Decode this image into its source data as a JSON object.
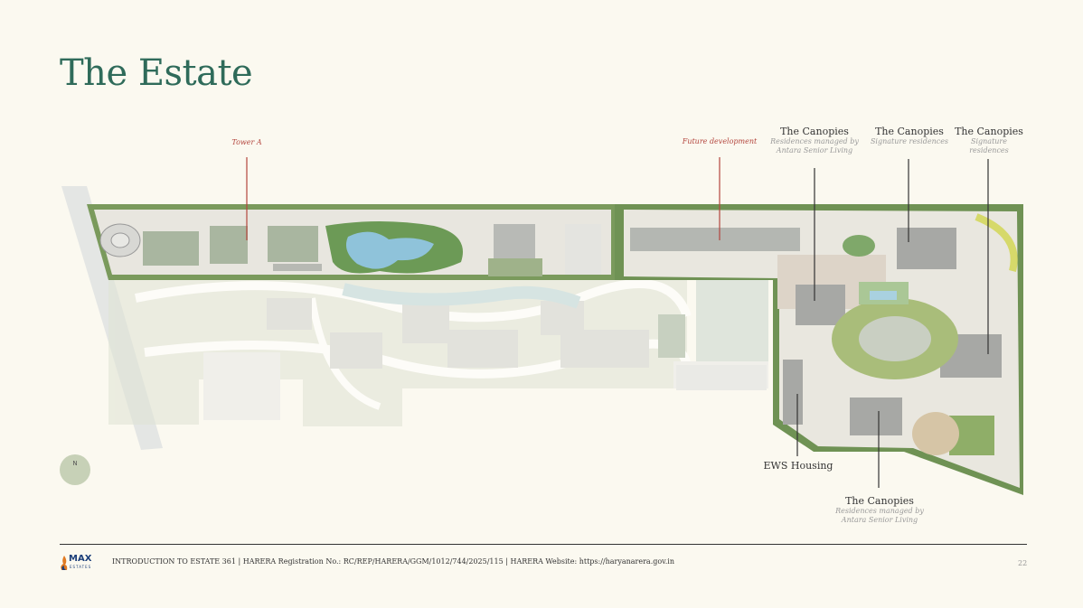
{
  "title": "The Estate",
  "labels": {
    "tower_a": "Tower A",
    "future_development": "Future development",
    "canopies_1_title": "The Canopies",
    "canopies_1_sub": "Residences managed by Antara Senior Living",
    "canopies_2_title": "The Canopies",
    "canopies_2_sub": "Signature residences",
    "canopies_3_title": "The Canopies",
    "canopies_3_sub": "Signature residences",
    "ews_housing": "EWS Housing",
    "canopies_4_title": "The Canopies",
    "canopies_4_sub": "Residences managed by Antara Senior Living"
  },
  "north": "N",
  "footer": {
    "logo_text": "MAX",
    "logo_sub": "ESTATES",
    "text": "INTRODUCTION TO ESTATE 361 | HARERA Registration No.: RC/REP/HARERA/GGM/1012/744/2025/115 | HARERA Website: https://haryanarera.gov.in",
    "page": "22"
  },
  "colors": {
    "title": "#2f6b5a",
    "accent_red": "#b3453d",
    "background": "#fbf9f0"
  }
}
